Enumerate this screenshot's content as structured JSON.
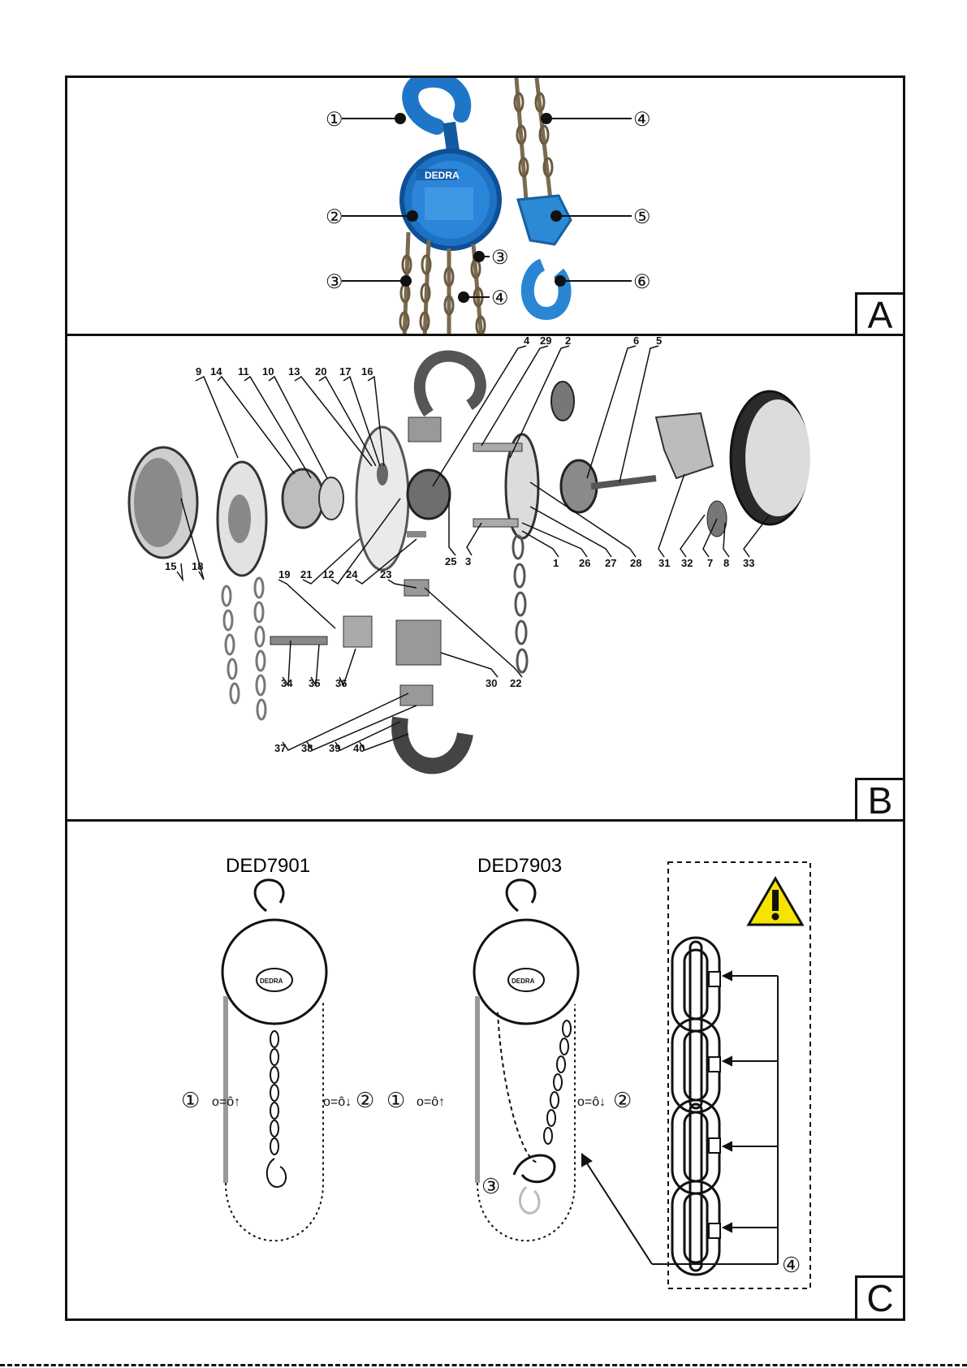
{
  "panels": {
    "a": {
      "label": "A"
    },
    "b": {
      "label": "B"
    },
    "c": {
      "label": "C"
    }
  },
  "panel_a": {
    "brand": "DEDRA",
    "callouts": [
      "①",
      "②",
      "③",
      "③",
      "④",
      "④",
      "⑤",
      "⑥"
    ]
  },
  "panel_b": {
    "part_numbers": [
      "9",
      "14",
      "11",
      "10",
      "13",
      "20",
      "17",
      "16",
      "4",
      "29",
      "2",
      "6",
      "5",
      "15",
      "18",
      "19",
      "21",
      "12",
      "24",
      "23",
      "25",
      "3",
      "1",
      "26",
      "27",
      "28",
      "31",
      "32",
      "7",
      "8",
      "33",
      "34",
      "35",
      "36",
      "30",
      "22",
      "37",
      "38",
      "39",
      "40"
    ]
  },
  "panel_c": {
    "model_left": "DED7901",
    "model_right": "DED7903",
    "brand": "DEDRA",
    "callouts": [
      "①",
      "②",
      "①",
      "②",
      "③",
      "④"
    ],
    "warning_icon": "warning-triangle-icon",
    "warning_color": "#f5e400"
  }
}
